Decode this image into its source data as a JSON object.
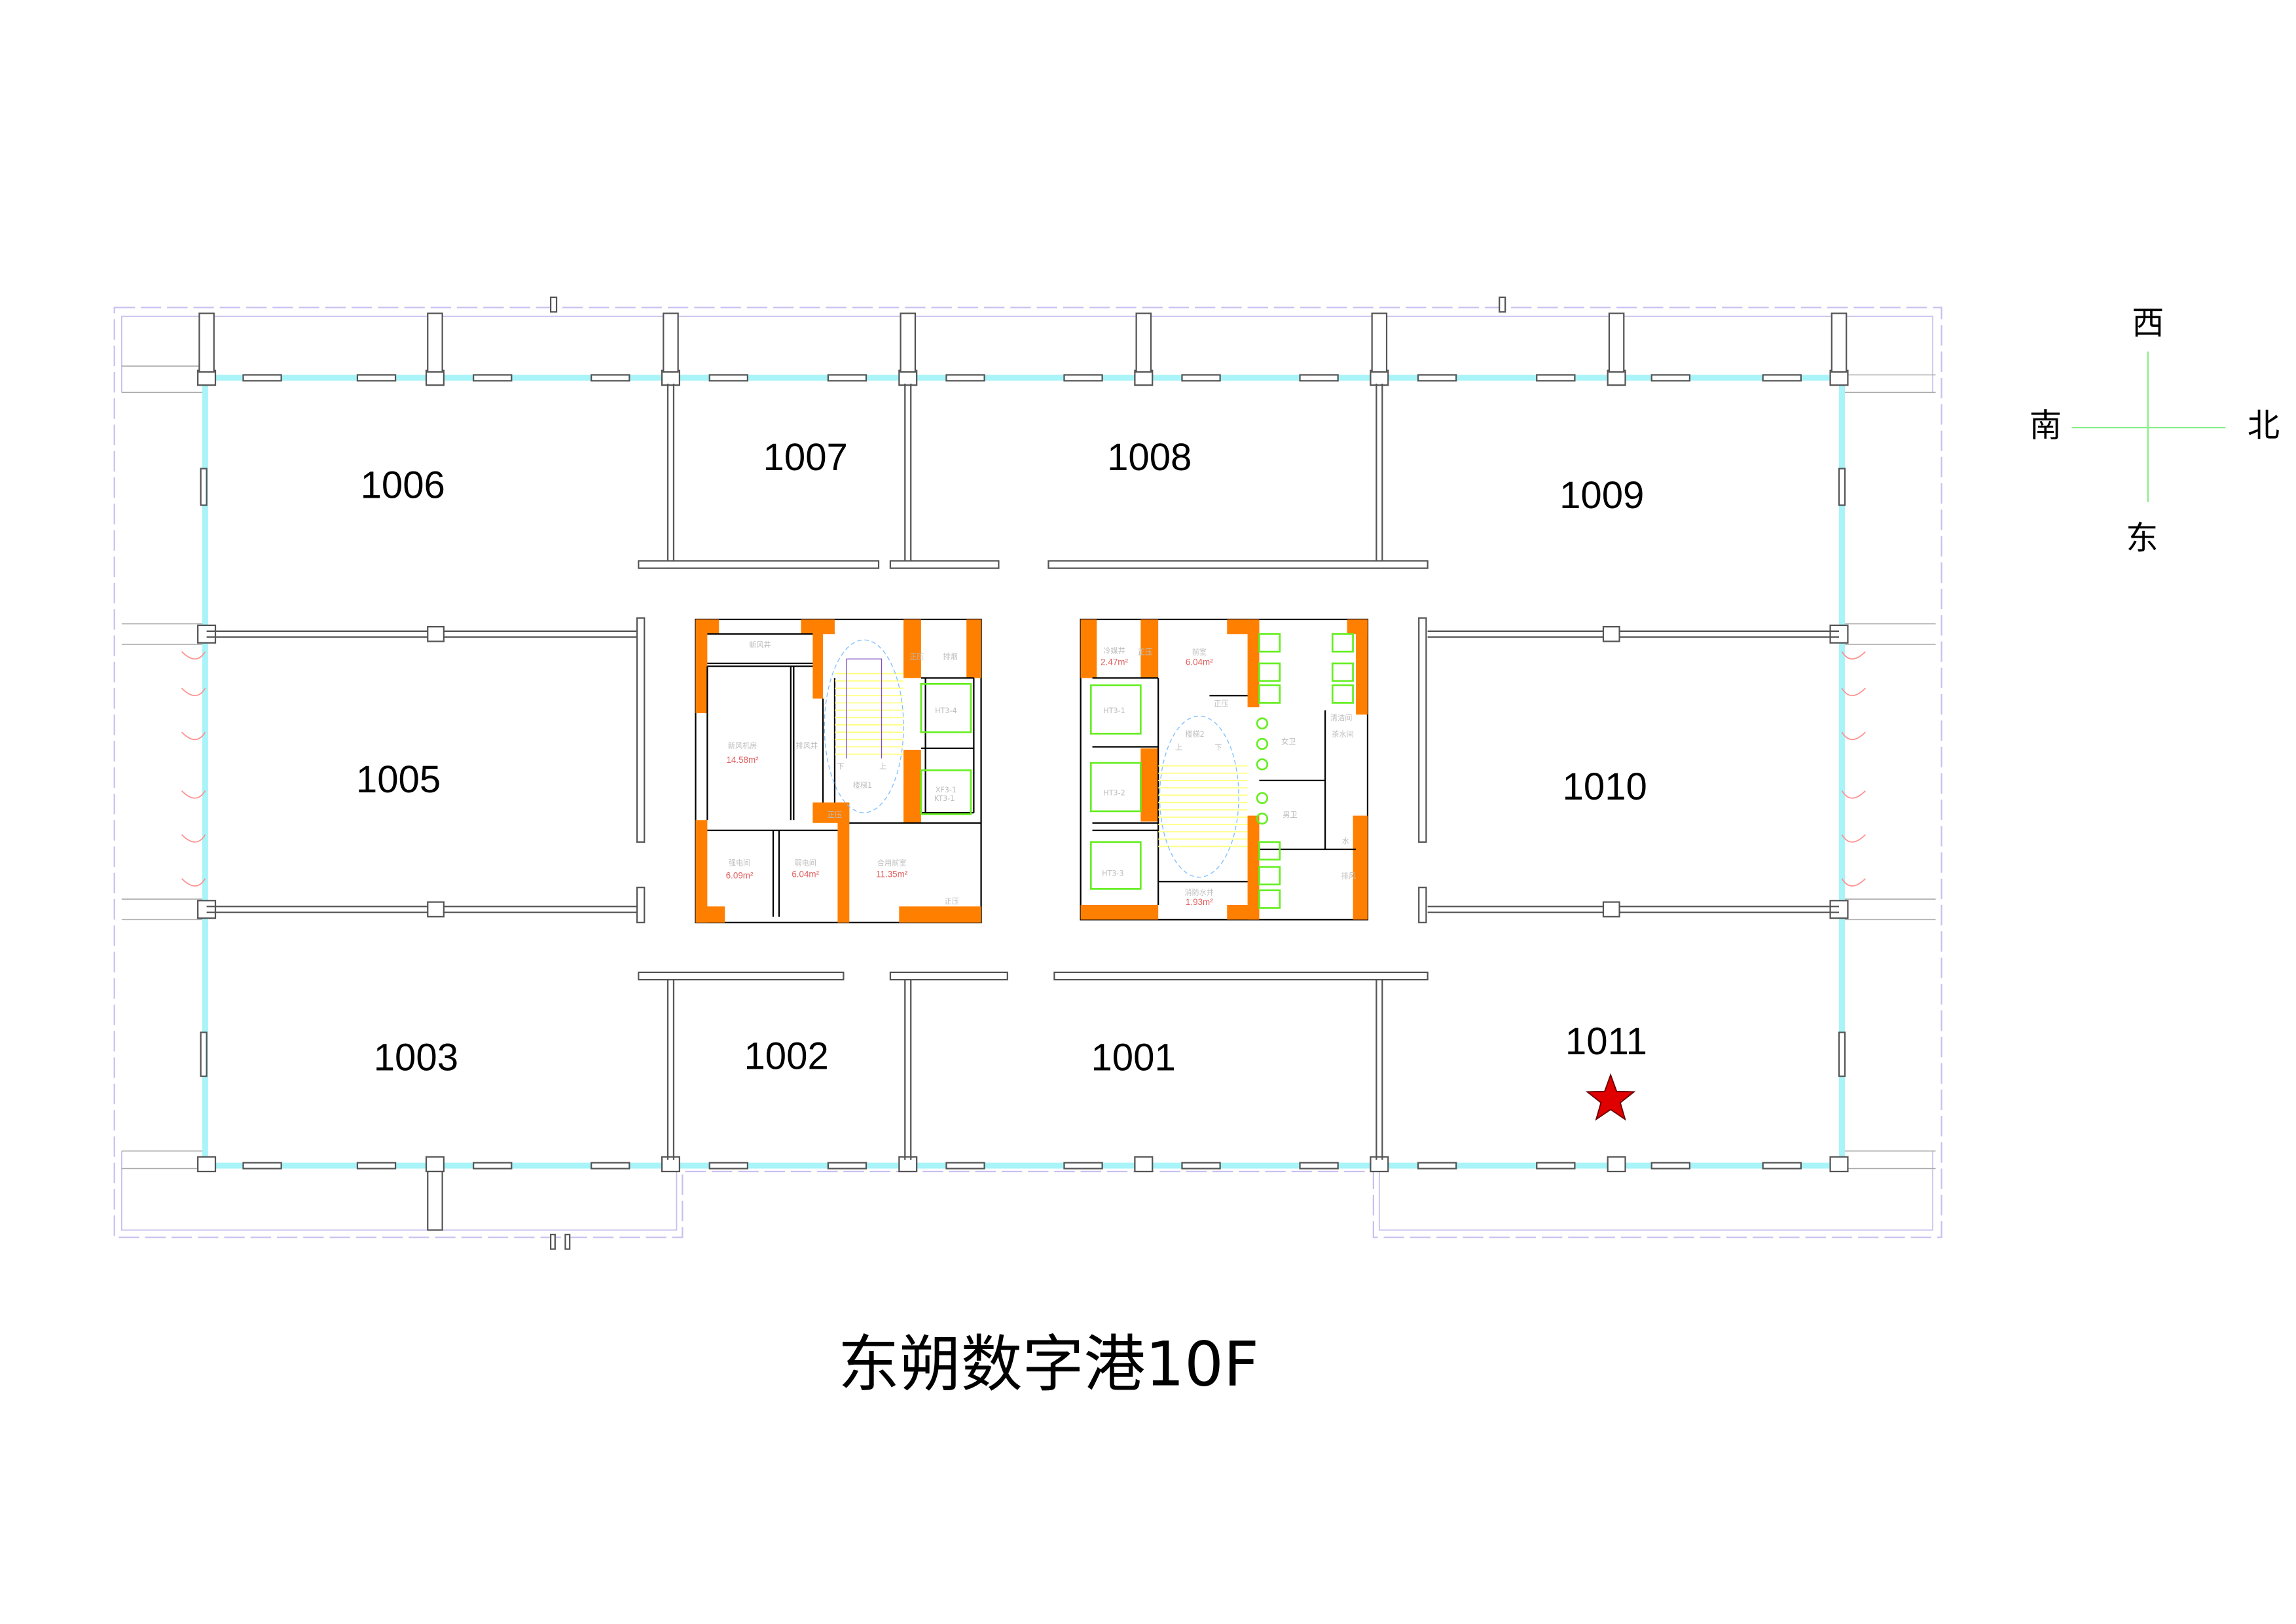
{
  "title": "东朔数字港10F",
  "compass": {
    "west": "西",
    "south": "南",
    "north": "北",
    "east": "东"
  },
  "rooms": {
    "r1001": "1001",
    "r1002": "1002",
    "r1003": "1003",
    "r1005": "1005",
    "r1006": "1006",
    "r1007": "1007",
    "r1008": "1008",
    "r1009": "1009",
    "r1010": "1010",
    "r1011": "1011"
  },
  "marker": {
    "icon": "star-icon",
    "room": "1011",
    "color": "#e00000"
  },
  "left_core": {
    "fresh_air_shaft": "新风井",
    "fresh_air_room": "新风机房",
    "fresh_air_room_area": "14.58m²",
    "exhaust_shaft": "排风井",
    "pressure_1": "正压",
    "smoke_exhaust": "排烟",
    "elevator_ht34": "HT3-4",
    "stair": "楼梯1",
    "down": "下",
    "up": "上",
    "elevator_xf31": "XF3-1",
    "elevator_kt31": "KT3-1",
    "pressure_2": "正压",
    "strong_elec": "强电间",
    "strong_elec_area": "6.09m²",
    "weak_elec": "弱电间",
    "weak_elec_area": "6.04m²",
    "shared_lobby": "合用前室",
    "shared_lobby_area": "11.35m²",
    "pressure_3": "正压"
  },
  "right_core": {
    "refrigerant_shaft": "冷媒井",
    "refrigerant_shaft_area": "2.47m²",
    "pressure_1": "正压",
    "lobby": "前室",
    "lobby_area": "6.04m²",
    "pressure_2": "正压",
    "elevator_ht31": "HT3-1",
    "elevator_ht32": "HT3-2",
    "elevator_ht33": "HT3-3",
    "stair": "楼梯2",
    "up": "上",
    "down": "下",
    "fire_water_shaft": "消防水井",
    "fire_water_shaft_area": "1.93m²",
    "womens_wc": "女卫",
    "mens_wc": "男卫",
    "janitor": "清洁间",
    "tea_room": "茶水间",
    "water": "水",
    "exhaust": "排风"
  },
  "colors": {
    "glass_wall": "#a8f4f8",
    "core_column": "#ff8000",
    "elevator": "#66ee22",
    "outline": "#c8c0f0"
  }
}
